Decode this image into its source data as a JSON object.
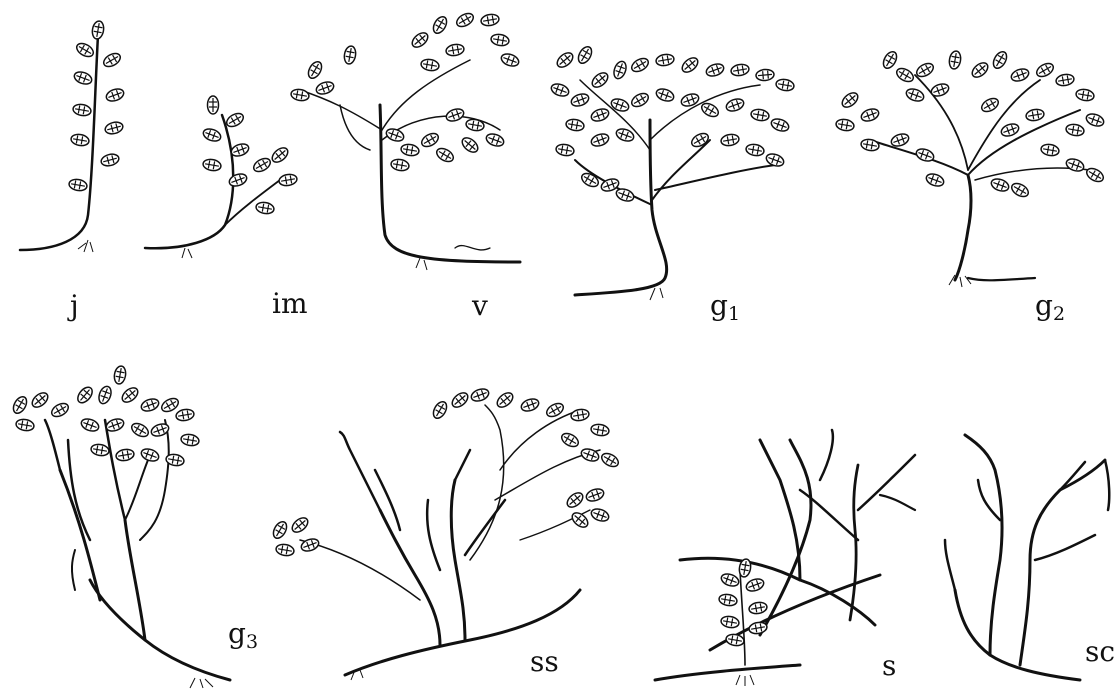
{
  "stages": [
    {
      "id": "j",
      "label": "j",
      "sub": ""
    },
    {
      "id": "im",
      "label": "im",
      "sub": ""
    },
    {
      "id": "v",
      "label": "v",
      "sub": ""
    },
    {
      "id": "g1",
      "label": "g",
      "sub": "1"
    },
    {
      "id": "g2",
      "label": "g",
      "sub": "2"
    },
    {
      "id": "g3",
      "label": "g",
      "sub": "3"
    },
    {
      "id": "ss",
      "label": "ss",
      "sub": ""
    },
    {
      "id": "s",
      "label": "s",
      "sub": ""
    },
    {
      "id": "sc",
      "label": "sc",
      "sub": ""
    }
  ]
}
